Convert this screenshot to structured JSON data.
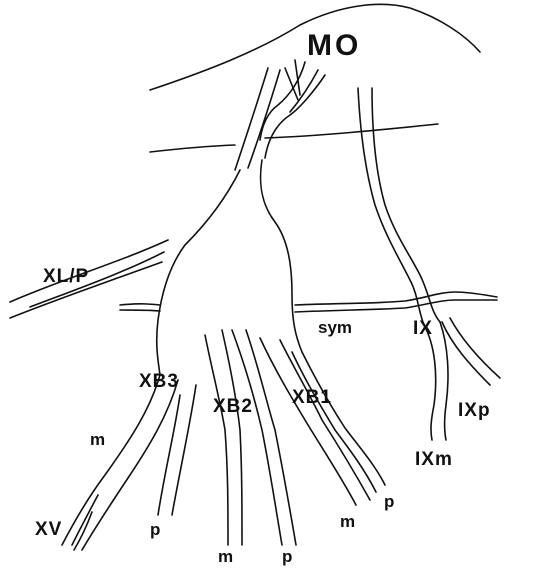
{
  "labels": {
    "mo": "MO",
    "xlp": "XL/P",
    "sym": "sym",
    "ix": "IX",
    "ixp": "IXp",
    "ixm": "IXm",
    "xb3": "XB3",
    "xb2": "XB2",
    "xb1": "XB1",
    "xv": "XV",
    "xb3_m": "m",
    "xb3_p": "p",
    "xb2_m": "m",
    "xb2_p": "p",
    "xb1_m": "m",
    "xb1_p": "p"
  }
}
